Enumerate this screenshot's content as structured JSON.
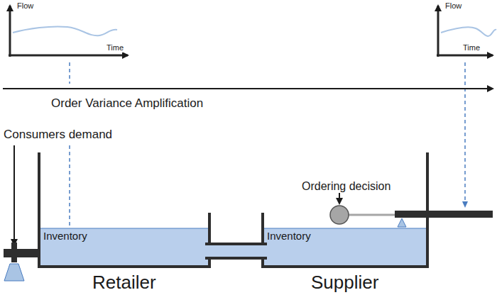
{
  "diagram": {
    "nodes": [
      {
        "text": [
          "Inventory",
          "Retailer"
        ]
      },
      {
        "text": [
          "Inventory",
          "Supplier"
        ]
      }
    ],
    "edges": [
      {
        "from": 0,
        "to": 1,
        "arrow": "none"
      }
    ],
    "labels": [
      "Flow",
      "Time",
      "Flow",
      "Time",
      "Order Variance Amplification",
      "Consumers demand",
      "Ordering decision"
    ]
  }
}
